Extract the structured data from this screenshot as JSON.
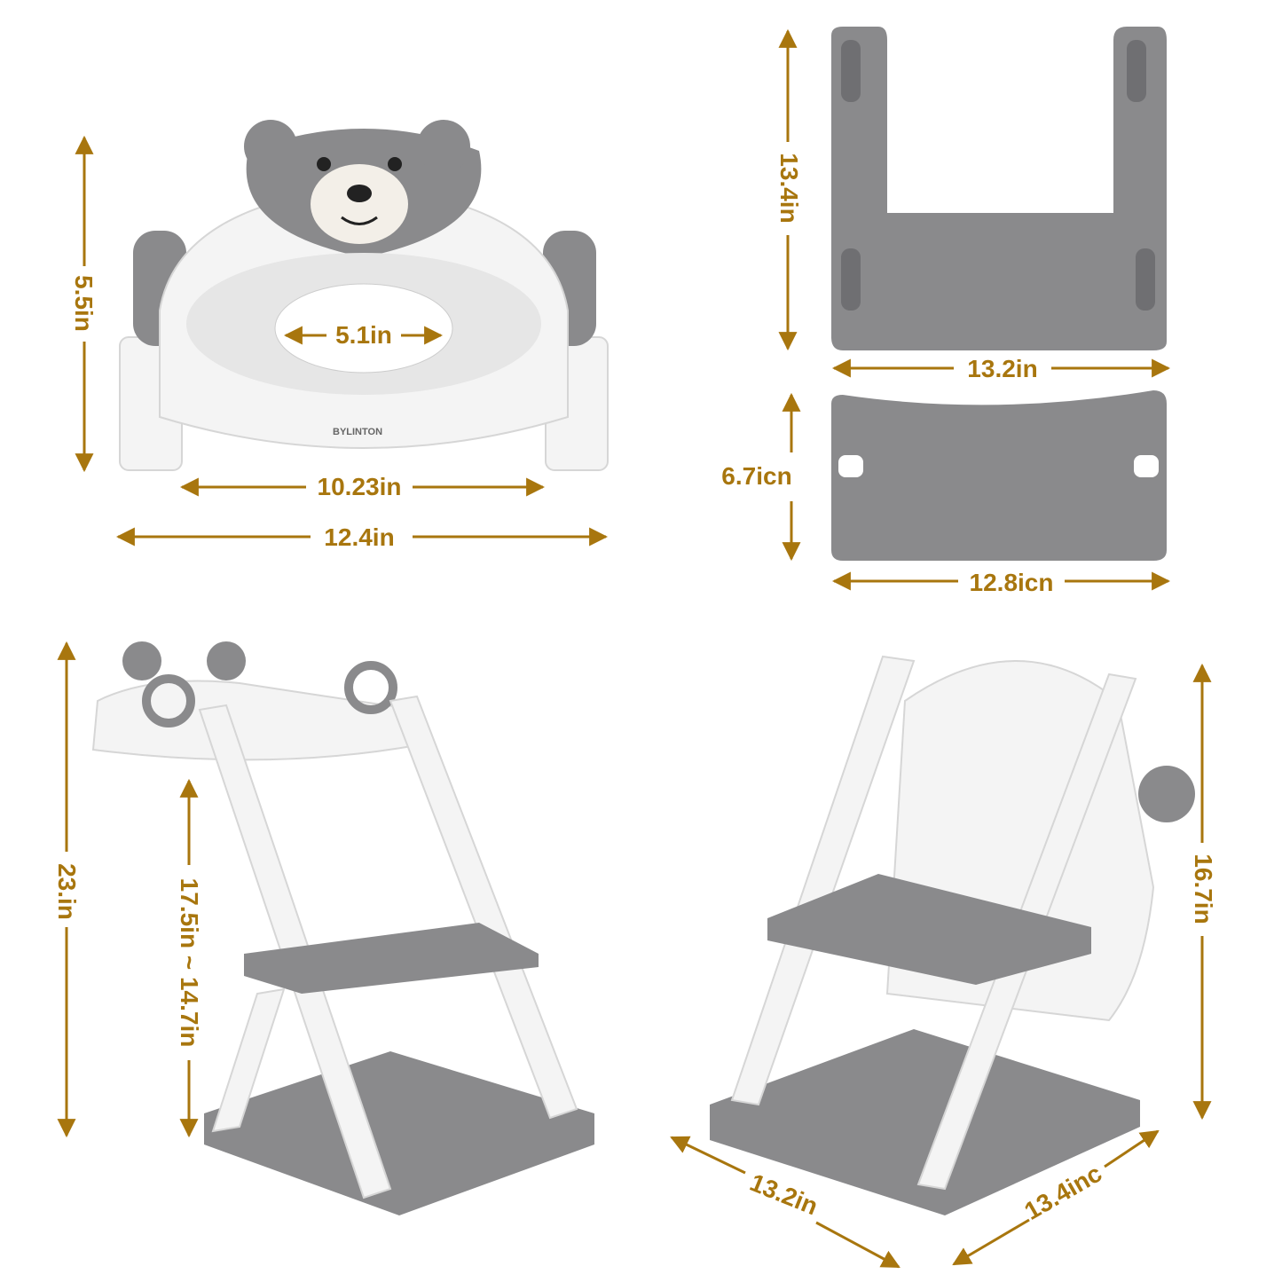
{
  "brand_logo": "BYLINTON",
  "accent_color": "#a8760e",
  "seat": {
    "height": "5.5in",
    "opening_width": "5.1in",
    "inner_width": "10.23in",
    "outer_width": "12.4in"
  },
  "ladder_frame": {
    "height": "13.4in",
    "width": "13.2in"
  },
  "step": {
    "height": "6.7icn",
    "width": "12.8icn"
  },
  "assembled_front": {
    "total_height": "23.in",
    "step_height_range": "17.5in ~ 14.7in"
  },
  "assembled_back": {
    "height": "16.7in",
    "depth": "13.2in",
    "width": "13.4inc"
  }
}
